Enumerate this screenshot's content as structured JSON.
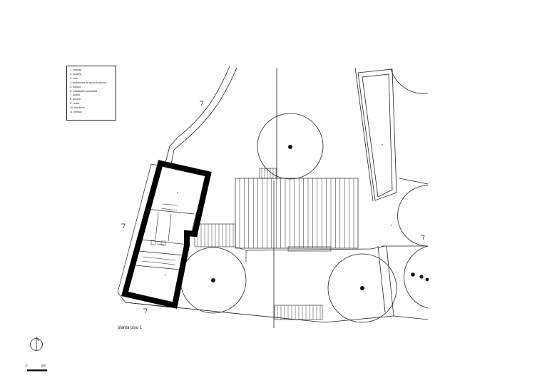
{
  "legend": {
    "items": [
      "1. entrada",
      "2. cozinha",
      "3. sala",
      "4. plataforma de apoio à piscina",
      "5. piscina",
      "6. instalações sanitárias",
      "7. quarto",
      "8. arrumo",
      "9. closet",
      "10. escritório",
      "11. terraço"
    ]
  },
  "caption": "planta piso 1",
  "scale": {
    "start": "0",
    "end": "5m"
  },
  "colors": {
    "ink": "#111111",
    "background": "#ffffff"
  }
}
